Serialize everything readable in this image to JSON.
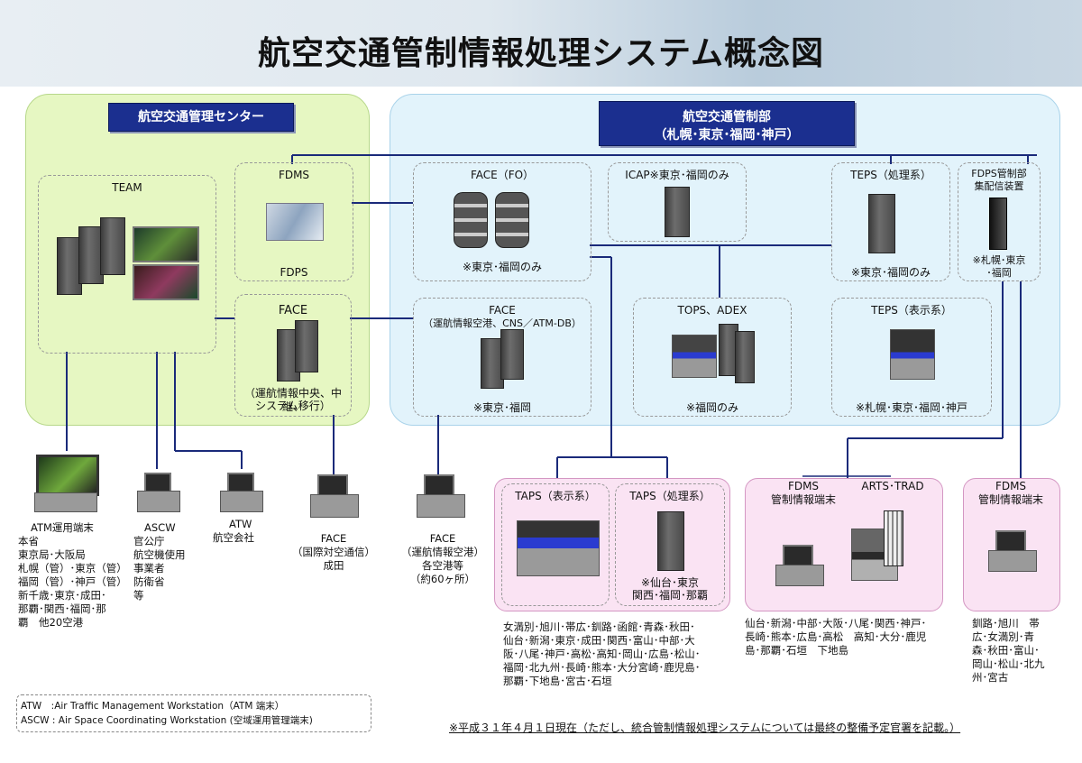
{
  "title": "航空交通管制情報処理システム概念図",
  "center_label": "航空交通管理センター",
  "division_label_1": "航空交通管制部",
  "division_label_2": "（札幌･東京･福岡･神戸）",
  "boxes": {
    "team": "TEAM",
    "fdms": "FDMS",
    "fdps": "FDPS",
    "face_center": "FACE",
    "face_center_note_1": "（運航情報中央、中継、",
    "face_center_note_2": "システム移行）",
    "face_fo": "FACE（FO）",
    "face_fo_note": "※東京･福岡のみ",
    "icap": "ICAP※東京･福岡のみ",
    "teps_proc": "TEPS（処理系）",
    "teps_proc_note": "※東京･福岡のみ",
    "fdps_dist_1": "FDPS管制部",
    "fdps_dist_2": "集配信装置",
    "fdps_dist_note_1": "※札幌･東京",
    "fdps_dist_note_2": "･福岡",
    "face_db": "FACE",
    "face_db_note": "（運航情報空港、CNS／ATM-DB）",
    "face_db_loc": "※東京･福岡",
    "tops": "TOPS、ADEX",
    "tops_note": "※福岡のみ",
    "teps_disp": "TEPS（表示系）",
    "teps_disp_note": "※札幌･東京･福岡･神戸"
  },
  "terminals": {
    "atm_title": "ATM運用端末",
    "atm_lines": [
      "本省",
      "東京局･大阪局",
      "札幌（管）･東京（管）",
      "福岡（管）･神戸（管）",
      "新千歳･東京･成田･",
      "那覇･関西･福岡･那",
      "覇　他20空港"
    ],
    "ascw_title": "ASCW",
    "ascw_lines": [
      "官公庁",
      "航空機使用",
      "事業者",
      "防衛省",
      "等"
    ],
    "atw_title": "ATW",
    "atw_lines": [
      "航空会社"
    ],
    "face_intl_title": "FACE",
    "face_intl_lines": [
      "（国際対空通信）",
      "成田"
    ],
    "face_ap_title": "FACE",
    "face_ap_lines": [
      "（運航情報空港）",
      "各空港等",
      "（約60ヶ所）"
    ]
  },
  "taps": {
    "disp": "TAPS（表示系）",
    "proc": "TAPS（処理系）",
    "proc_note_1": "※仙台･東京",
    "proc_note_2": "関西･福岡･那覇",
    "sites": [
      "女満別･旭川･帯広･釧路･函館･青森･秋田･",
      "仙台･新潟･東京･成田･関西･富山･中部･大",
      "阪･八尾･神戸･高松･高知･岡山･広島･松山･",
      "福岡･北九州･長崎･熊本･大分宮崎･鹿児島･",
      "那覇･下地島･宮古･石垣"
    ]
  },
  "fdms_arts": {
    "fdms_1": "FDMS",
    "fdms_2": "管制情報端末",
    "arts": "ARTS･TRAD",
    "sites": [
      "仙台･新潟･中部･大阪･八尾･関西･神戸･",
      "長崎･熊本･広島･高松　高知･大分･鹿児",
      "島･那覇･石垣　下地島"
    ]
  },
  "fdms_right": {
    "title_1": "FDMS",
    "title_2": "管制情報端末",
    "sites": [
      "釧路･旭川　帯",
      "広･女満別･青",
      "森･秋田･富山･",
      "岡山･松山･北九",
      "州･宮古"
    ]
  },
  "legend": {
    "atw": "ATW　:Air Traffic Management Workstation（ATM 端末）",
    "ascw": "ASCW : Air Space Coordinating Workstation (空域運用管理端末)"
  },
  "footnote": "※平成３１年４月１日現在（ただし、統合管制情報処理システムについては最終の整備予定官署を記載。）"
}
